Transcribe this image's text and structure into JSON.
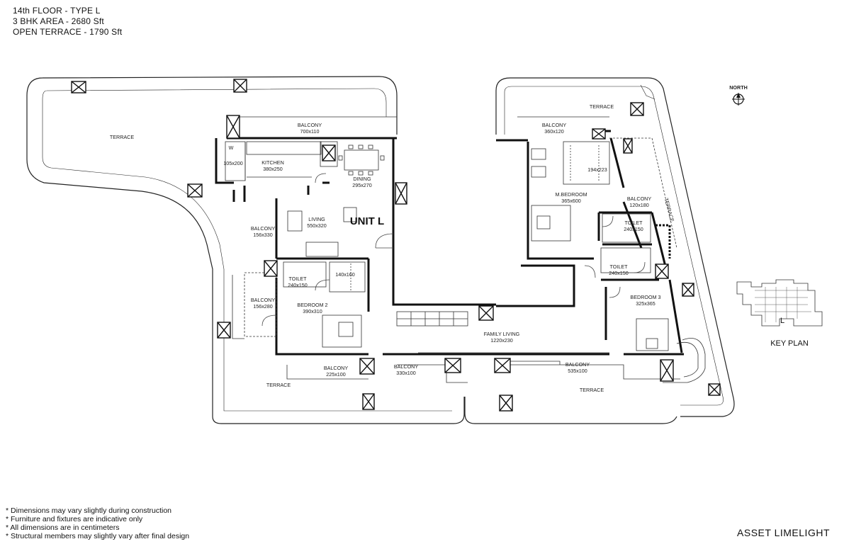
{
  "header": {
    "line1": "14th FLOOR - TYPE L",
    "line2": "3 BHK AREA - 2680 Sft",
    "line3": "OPEN TERRACE - 1790 Sft"
  },
  "unit_label": "UNIT L",
  "north_label": "NORTH",
  "rooms": {
    "terrace_left": "TERRACE",
    "terrace_top_right": "TERRACE",
    "terrace_right": "TERRACE",
    "terrace_bottom_left": "TERRACE",
    "terrace_bottom_right": "TERRACE",
    "balcony_top_name": "BALCONY",
    "balcony_top_dim": "700x110",
    "kitchen_name": "KITCHEN",
    "kitchen_dim": "380x250",
    "utility_dim": "105x200",
    "utility_w": "W",
    "dining_name": "DINING",
    "dining_dim": "295x270",
    "living_name": "LIVING",
    "living_dim": "550x320",
    "balcony_left_name": "BALCONY",
    "balcony_left_dim": "156x330",
    "toilet1_name": "TOILET",
    "toilet1_dim": "240x150",
    "dress1_dim": "140x160",
    "balcony_left2_name": "BALCONY",
    "balcony_left2_dim": "156x280",
    "bed2_name": "BEDROOM 2",
    "bed2_dim": "390x310",
    "balcony_b1_name": "BALCONY",
    "balcony_b1_dim": "225x100",
    "balcony_b2_name": "BALCONY",
    "balcony_b2_dim": "330x100",
    "family_name": "FAMILY LIVING",
    "family_dim": "1220x230",
    "balcony_b3_name": "BALCONY",
    "balcony_b3_dim": "535x100",
    "balcony_mb_name": "BALCONY",
    "balcony_mb_dim": "360x120",
    "dress_mb_dim": "194x223",
    "mbed_name": "M.BEDROOM",
    "mbed_dim": "365x600",
    "balcony_r_name": "BALCONY",
    "balcony_r_dim": "120x180",
    "toilet2_name": "TOILET",
    "toilet2_dim": "240x150",
    "toilet3_name": "TOILET",
    "toilet3_dim": "240x150",
    "bed3_name": "BEDROOM 3",
    "bed3_dim": "325x365"
  },
  "key_plan": {
    "title": "KEY PLAN",
    "unit_marker": "L"
  },
  "notes": [
    "* Dimensions may vary slightly during construction",
    "* Furniture and fixtures are indicative only",
    "* All dimensions are in centimeters",
    "* Structural members may slightly vary after final design"
  ],
  "brand": "ASSET LIMELIGHT"
}
